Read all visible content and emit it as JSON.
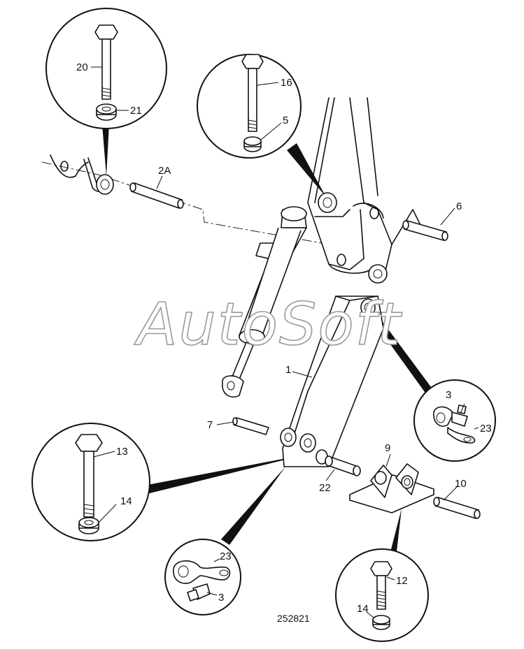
{
  "diagram": {
    "reference_number": "252821",
    "watermark": "AutoSoft",
    "callouts": [
      "20",
      "21",
      "2A",
      "16",
      "5",
      "6",
      "1",
      "3",
      "23",
      "7",
      "9",
      "10",
      "13",
      "14",
      "22",
      "23",
      "3",
      "12",
      "14"
    ]
  }
}
